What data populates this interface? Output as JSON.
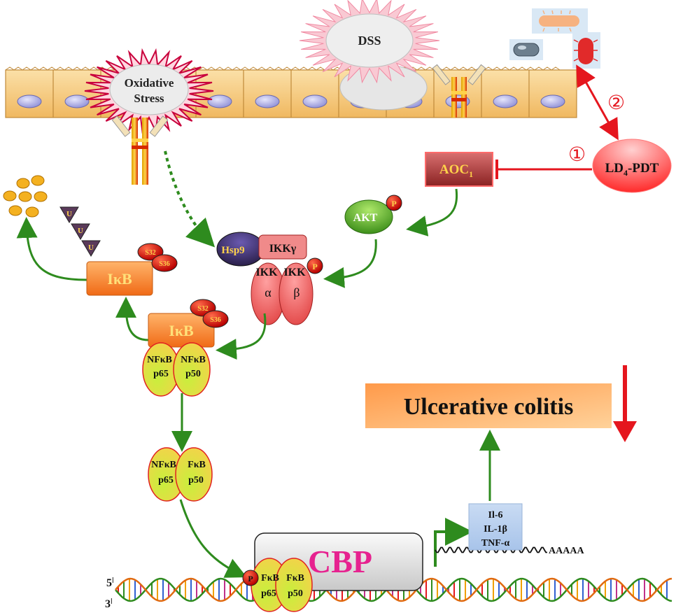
{
  "stimuli": {
    "dss": "DSS",
    "oxidative_line1": "Oxidative",
    "oxidative_line2": "Stress"
  },
  "treatment": {
    "ld4_prefix": "LD",
    "ld4_sub": "4",
    "ld4_suffix": "-PDT",
    "step1": "①",
    "step2": "②"
  },
  "aoc": {
    "name": "AOC",
    "sub": "1"
  },
  "akt": {
    "name": "AKT",
    "p": "P"
  },
  "ikk_complex": {
    "hsp": "Hsp9",
    "gamma": "IKKγ",
    "ikk_a_top": "IKK",
    "ikk_a_bottom": "α",
    "ikk_b_top": "IKK",
    "ikk_b_bottom": "β",
    "p": "P"
  },
  "ikb_top": {
    "label": "IκB",
    "s32": "S32",
    "s36": "S36",
    "u": "U"
  },
  "ikb_bound": {
    "label": "IκB",
    "s32": "S32",
    "s36": "S36"
  },
  "nfkb_bound": {
    "a1": "NFκB",
    "a2": "p65",
    "b1": "NFκB",
    "b2": "p50"
  },
  "nfkb_free": {
    "a1": "NFκB",
    "a2": "p65",
    "b1": "FκB",
    "b2": "p50"
  },
  "nfkb_dna": {
    "p": "P",
    "a1": "FκB",
    "a2": "p65",
    "b1": "FκB",
    "b2": "p50"
  },
  "cbp": "CBP",
  "cytokines": {
    "c1": "Il-6",
    "c2": "IL-1β",
    "c3": "TNF-α"
  },
  "mrna_tail": "AAAAA",
  "dna": {
    "five": "5",
    "three": "3"
  },
  "outcome": "Ulcerative colitis",
  "colors": {
    "green_arrow": "#2e8b1e",
    "red_arrow": "#e5161e",
    "cell_fill": "#f6c97a",
    "nfkb_fill": "#b7e33a",
    "cbp_color": "#e6228f"
  }
}
